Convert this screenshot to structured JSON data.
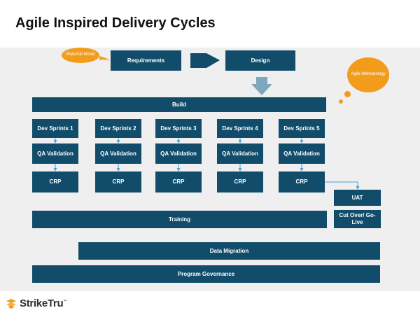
{
  "title": "Agile Inspired Delivery Cycles",
  "colors": {
    "box": "#114d6b",
    "connector": "#4a9fd8",
    "callout": "#f39c1b",
    "arrow": "#7ea7bf",
    "panel": "#efefef"
  },
  "callouts": {
    "waterfall": "Waterfall Model",
    "agile": "Agile Methodology"
  },
  "phases": {
    "requirements": "Requirements",
    "design": "Design",
    "build": "Build"
  },
  "sprints": [
    {
      "sprint": "Dev  Sprints 1",
      "qa": "QA Validation",
      "crp": "CRP"
    },
    {
      "sprint": "Dev  Sprints 2",
      "qa": "QA Validation",
      "crp": "CRP"
    },
    {
      "sprint": "Dev  Sprints 3",
      "qa": "QA Validation",
      "crp": "CRP"
    },
    {
      "sprint": "Dev  Sprints 4",
      "qa": "QA Validation",
      "crp": "CRP"
    },
    {
      "sprint": "Dev  Sprints 5",
      "qa": "QA Validation",
      "crp": "CRP"
    }
  ],
  "uat": "UAT",
  "cutover": "Cut Over/ Go-Live",
  "training": "Training",
  "data_migration": "Data Migration",
  "program_governance": "Program Governance",
  "logo": {
    "name": "StrikeTru",
    "icon": "striketru-logo-icon"
  }
}
